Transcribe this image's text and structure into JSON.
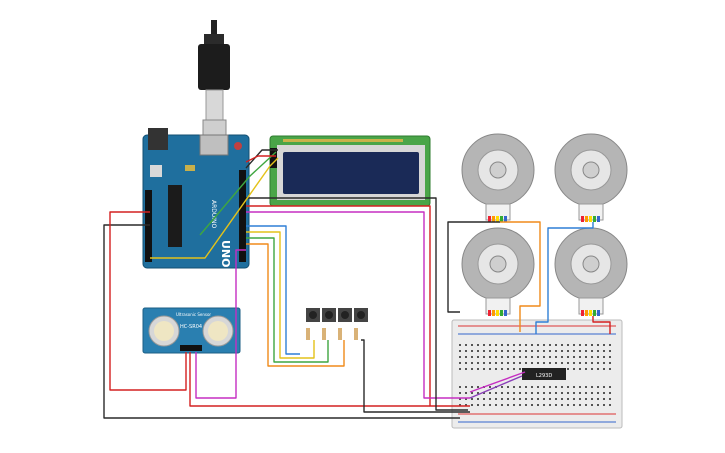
{
  "canvas": {
    "background": "#ffffff"
  },
  "labels": {
    "arduino_brand": "UNO",
    "arduino_made": "ARDUINO",
    "sensor_name": "HC-SR04",
    "sensor_sub": "Ultrasonic Sensor",
    "driver_chip": "L293D"
  },
  "components": {
    "usb_cable": "usb-cable-icon",
    "arduino": "arduino-uno-board",
    "lcd": "lcd-16x2-display",
    "servos": [
      "servo-motor-1",
      "servo-motor-2",
      "servo-motor-3",
      "servo-motor-4"
    ],
    "buttons": [
      "push-button-1",
      "push-button-2",
      "push-button-3",
      "push-button-4"
    ],
    "ultrasonic": "ultrasonic-sensor",
    "breadboard": "breadboard",
    "driver": "motor-driver-ic"
  },
  "colors": {
    "arduino_blue": "#1f6f9e",
    "lcd_green": "#4aa548",
    "lcd_screen": "#1a2a57",
    "sensor_blue": "#2a7fb0",
    "motor_gray": "#b5b5b5",
    "breadboard": "#ececec",
    "wire_red": "#d42020",
    "wire_black": "#2a2a2a",
    "wire_yellow": "#e3c21a",
    "wire_green": "#3fa640",
    "wire_blue": "#2f7fd6",
    "wire_orange": "#f08a1a",
    "wire_magenta": "#c52ec2",
    "wire_purple": "#8a3fb8"
  }
}
